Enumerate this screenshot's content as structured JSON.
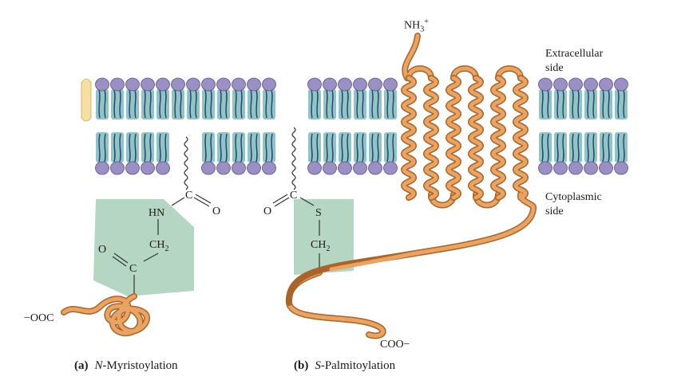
{
  "labels": {
    "nh3": "NH3+",
    "extracellular_line1": "Extracellular",
    "extracellular_line2": "side",
    "cytoplasmic_line1": "Cytoplasmic",
    "cytoplasmic_line2": "side",
    "coo_minus": "COO−",
    "ooc_minus": "−OOC"
  },
  "chem_a": {
    "carbonyl_c": "C",
    "carbonyl_o": "O",
    "hn": "HN",
    "ch2": "CH2",
    "o_left": "O",
    "c_bottom": "C"
  },
  "chem_b": {
    "carbonyl_c": "C",
    "carbonyl_o": "O",
    "s": "S",
    "ch2": "CH2"
  },
  "captions": {
    "a_letter": "(a)",
    "a_italic": "N",
    "a_text": "-Myristoylation",
    "b_letter": "(b)",
    "b_italic": "S",
    "b_text": "-Palmitoylation"
  },
  "colors": {
    "head_purple": "#9c8fc4",
    "tail_teal": "#8fc5c6",
    "tail_dark": "#2c3e6a",
    "protein_orange": "#e9a463",
    "protein_outline": "#a8642a",
    "highlight_green": "#b4d6c3",
    "cholesterol": "#f7dfa3"
  },
  "icons": [
    "phospholipid-bilayer-icon",
    "cholesterol-icon",
    "transmembrane-helix-icon",
    "fatty-acyl-chain-icon"
  ]
}
